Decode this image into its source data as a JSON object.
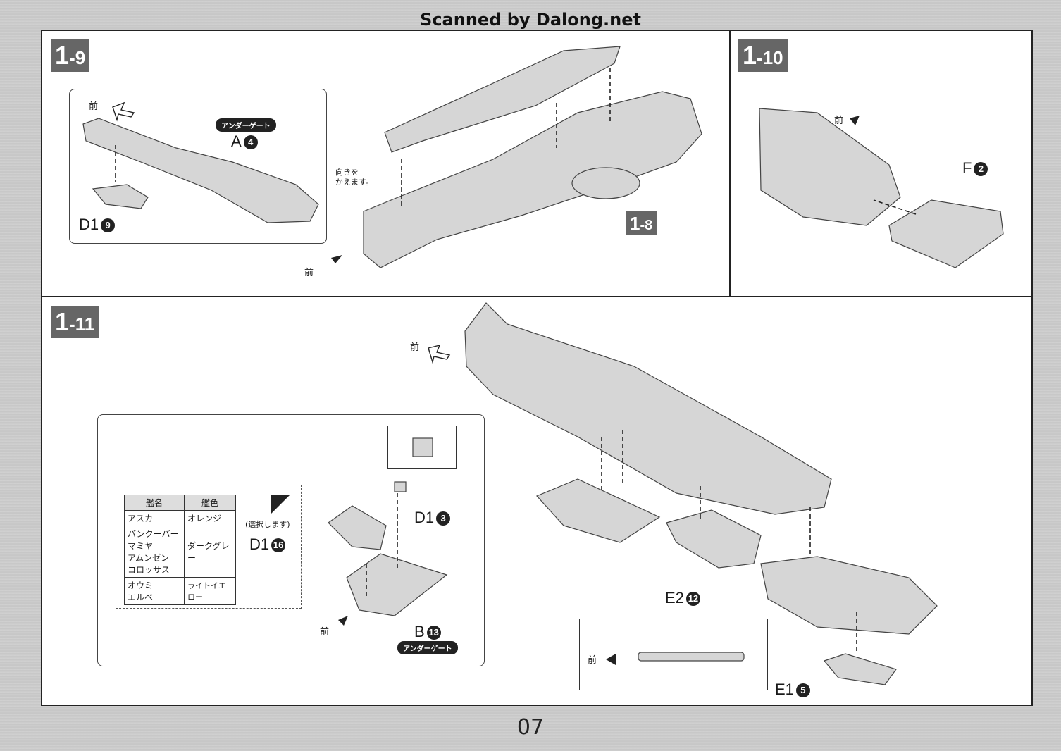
{
  "credit": "Scanned by Dalong.net",
  "page_number": "07",
  "steps": {
    "s1_9": {
      "num": "1",
      "sub": "-9"
    },
    "s1_10": {
      "num": "1",
      "sub": "-10"
    },
    "s1_11": {
      "num": "1",
      "sub": "-11"
    },
    "s1_8": {
      "num": "1",
      "sub": "-8"
    }
  },
  "front": "前",
  "under_gate": "アンダーゲート",
  "turn_note_1": "向きを",
  "turn_note_2": "かえます。",
  "select_note": "(選択します)",
  "parts": {
    "a4": {
      "code": "A",
      "num": "4"
    },
    "d1_9": {
      "code": "D1",
      "num": "9"
    },
    "f2": {
      "code": "F",
      "num": "2"
    },
    "d1_3": {
      "code": "D1",
      "num": "3"
    },
    "d1_16": {
      "code": "D1",
      "num": "16"
    },
    "b13": {
      "code": "B",
      "num": "13"
    },
    "e2_12": {
      "code": "E2",
      "num": "12"
    },
    "e1_5": {
      "code": "E1",
      "num": "5"
    }
  },
  "color_table": {
    "headers": [
      "艦名",
      "艦色"
    ],
    "rows": [
      {
        "ship": "アスカ",
        "color": "オレンジ"
      },
      {
        "ship": "バンクーバー\nマミヤ\nアムンゼン\nコロッサス",
        "color": "ダークグレー"
      },
      {
        "ship": "オウミ\nエルベ",
        "color": "ライトイエロー"
      }
    ]
  },
  "colors": {
    "part_fill": "#d9d9d9",
    "part_stroke": "#444",
    "step_bg": "#666"
  }
}
